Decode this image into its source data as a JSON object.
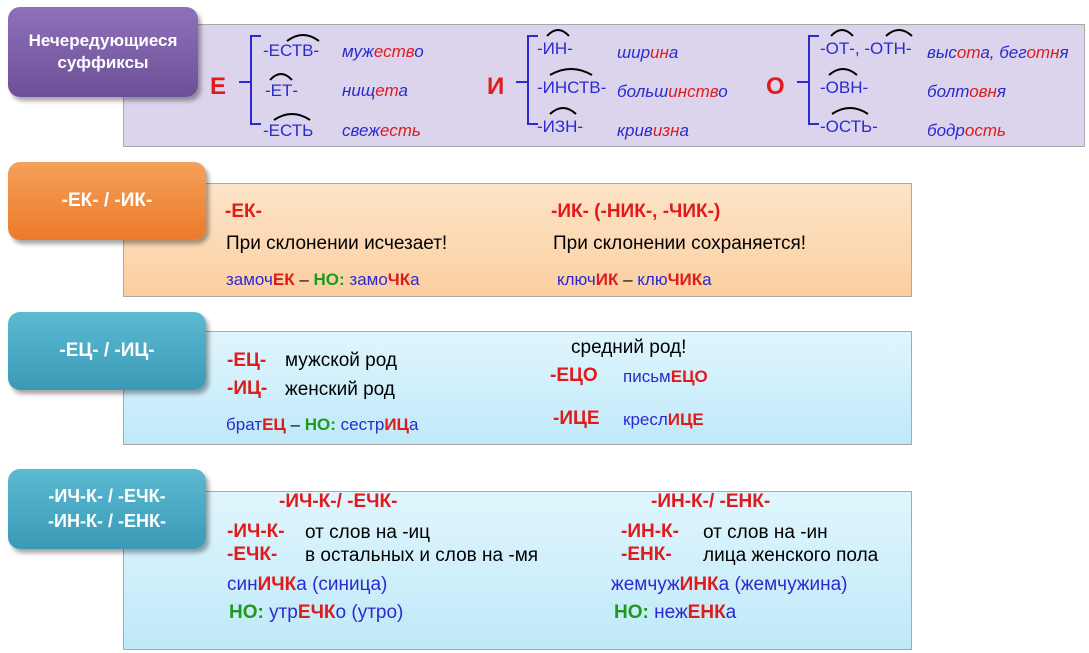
{
  "colors": {
    "tab1": "#7b5ea7",
    "tab2": "#f08a3c",
    "tab3": "#4bacc6",
    "panel1": "#dcd4ec",
    "panel2": "#fcd9b4",
    "panel3": "#cdeffa",
    "red": "#e01b1b",
    "blue": "#2a2ad0",
    "green": "#1e9a1e"
  },
  "s1": {
    "tab": [
      "Нечередующиеся",
      "суффиксы"
    ],
    "groups": [
      {
        "letter": "Е",
        "suffixes": [
          "-ЕСТВ-",
          "-ЕТ-",
          "-ЕСТЬ"
        ],
        "examples": [
          {
            "pre": "муж",
            "suf": "еств",
            "post": "о"
          },
          {
            "pre": "нищ",
            "suf": "ет",
            "post": "а"
          },
          {
            "pre": "свеж",
            "suf": "есть",
            "post": ""
          }
        ]
      },
      {
        "letter": "И",
        "suffixes": [
          "-ИН-",
          "-ИНСТВ-",
          "-ИЗН-"
        ],
        "examples": [
          {
            "pre": "шир",
            "suf": "ин",
            "post": "а"
          },
          {
            "pre": "больш",
            "suf": "инств",
            "post": "о"
          },
          {
            "pre": "крив",
            "suf": "изн",
            "post": "а"
          }
        ]
      },
      {
        "letter": "О",
        "suffixes": [
          "-ОТ-, -ОТН-",
          "-ОВН-",
          "-ОСТЬ-"
        ],
        "examples": [
          {
            "pre": "выс",
            "suf": "от",
            "post": "а, ",
            "pre2": "бег",
            "suf2": "отн",
            "post2": "я"
          },
          {
            "pre": "болт",
            "suf": "овн",
            "post": "я"
          },
          {
            "pre": "бодр",
            "suf": "ость",
            "post": ""
          }
        ]
      }
    ]
  },
  "s2": {
    "tab": "-ЕК- / -ИК-",
    "ek_head": "-ЕК-",
    "ek_rule": "При склонении исчезает!",
    "ek_ex": {
      "a_pre": "замоч",
      "a_suf": "ЕК",
      "dash": " – ",
      "no": "НО:",
      "b_pre": " замо",
      "b_suf": "ЧК",
      "b_post": "а"
    },
    "ik_head": "-ИК- (-НИК-, -ЧИК-)",
    "ik_rule": "При склонении сохраняется!",
    "ik_ex": {
      "a_pre": "ключ",
      "a_suf": "ИК",
      "dash": " – ",
      "b_pre": "клю",
      "b_suf": "ЧИК",
      "b_post": "а"
    }
  },
  "s3": {
    "tab": "-ЕЦ- / -ИЦ-",
    "ec": "-ЕЦ-",
    "ec_desc": "мужской род",
    "ic": "-ИЦ-",
    "ic_desc": "женский род",
    "ex": {
      "a_pre": "брат",
      "a_suf": "ЕЦ",
      "dash": " – ",
      "no": "НО:",
      "b_pre": " сестр",
      "b_suf": "ИЦ",
      "b_post": "а"
    },
    "neuter": "средний род!",
    "eco": "-ЕЦО",
    "eco_ex": {
      "pre": "письм",
      "suf": "ЕЦО"
    },
    "ice": "-ИЦЕ",
    "ice_ex": {
      "pre": "кресл",
      "suf": "ИЦЕ"
    }
  },
  "s4": {
    "tab": [
      "-ИЧ-К- / -ЕЧК-",
      "-ИН-К- / -ЕНК-"
    ],
    "left_head": "-ИЧ-К-/ -ЕЧК-",
    "ichk": "-ИЧ-К-",
    "ichk_desc": "от слов на -иц",
    "echk": "-ЕЧК-",
    "echk_desc": "в остальных и слов на -мя",
    "ex1": {
      "pre": "син",
      "suf": "ИЧК",
      "post": "а (синица)"
    },
    "ex2": {
      "no": "НО:",
      "pre": " утр",
      "suf": "ЕЧК",
      "post": "о (утро)"
    },
    "right_head": "-ИН-К-/ -ЕНК-",
    "ink": "-ИН-К-",
    "ink_desc": "от слов на -ин",
    "enk": "-ЕНК-",
    "enk_desc": "лица женского пола",
    "ex3": {
      "pre": "жемчуж",
      "suf": "ИНК",
      "post": "а (жемчужина)"
    },
    "ex4": {
      "no": "НО:",
      "pre": " неж",
      "suf": "ЕНК",
      "post": "а"
    }
  }
}
